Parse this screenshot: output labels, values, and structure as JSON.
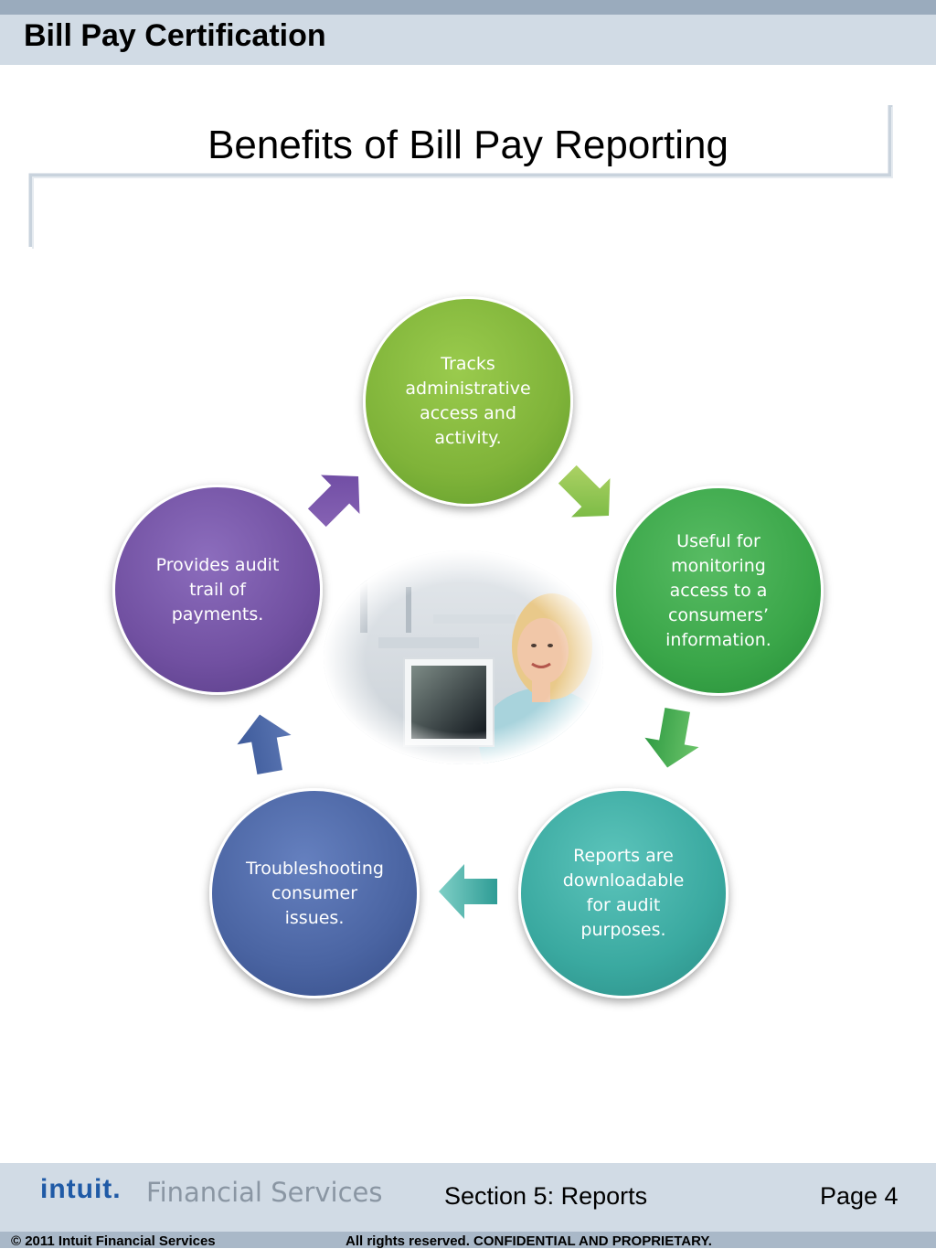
{
  "header": {
    "title": "Bill Pay Certification"
  },
  "slide": {
    "title": "Benefits of Bill Pay Reporting"
  },
  "cycle": {
    "steps": [
      {
        "text": "Tracks administrative access and activity.",
        "color": "#7fb339"
      },
      {
        "text": "Useful for monitoring access to a consumers’ information.",
        "color": "#3aa649"
      },
      {
        "text": "Reports are downloadable for audit purposes.",
        "color": "#3aa9a0"
      },
      {
        "text": "Troubleshooting consumer issues.",
        "color": "#4a64a2"
      },
      {
        "text": "Provides audit trail of payments.",
        "color": "#7150a1"
      }
    ]
  },
  "footer": {
    "logo_brand": "intuit.",
    "logo_sub": "Financial Services",
    "section": "Section 5: Reports",
    "page": "Page 4",
    "copyright": "© 2011 Intuit Financial Services",
    "rights": "All rights reserved. CONFIDENTIAL AND PROPRIETARY."
  }
}
